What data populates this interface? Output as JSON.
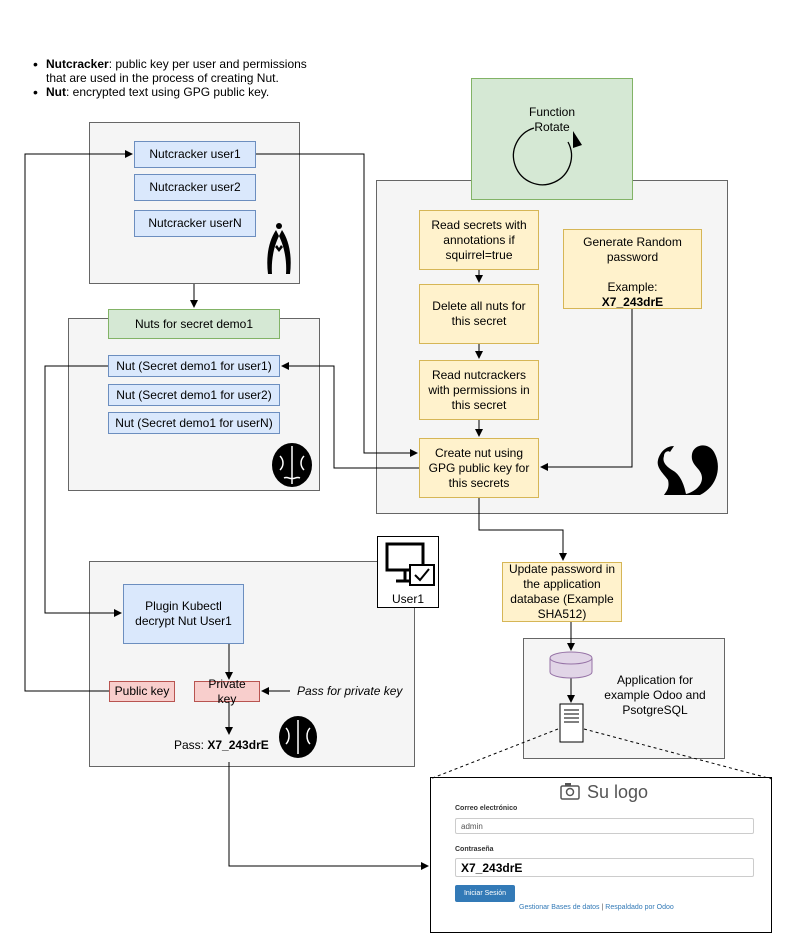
{
  "legend": {
    "items": [
      {
        "term": "Nutcracker",
        "text": ": public key per user and permissions",
        "cont": "that are used in the process of creating Nut."
      },
      {
        "term": "Nut",
        "text": ": encrypted text using GPG public key."
      }
    ]
  },
  "nutcrackers": [
    "Nutcracker user1",
    "Nutcracker user2",
    "Nutcracker userN"
  ],
  "nuts": {
    "header": "Nuts for secret demo1",
    "items": [
      "Nut (Secret demo1 for user1)",
      "Nut (Secret demo1 for user2)",
      "Nut (Secret demo1 for userN)"
    ]
  },
  "function_rotate": {
    "line1": "Function",
    "line2": "Rotate"
  },
  "rotate_steps": {
    "read_secrets": [
      "Read secrets with",
      "annotations if",
      "squirrel=true"
    ],
    "delete_nuts": [
      "Delete all nuts for",
      "this secret"
    ],
    "read_nutcrackers": [
      "Read nutcrackers",
      "with permissions in",
      "this secret"
    ],
    "create_nut": [
      "Create nut using",
      "GPG public key for",
      "this secrets"
    ]
  },
  "generate_password": {
    "lines": [
      "Generate Random",
      "password"
    ],
    "example_label": "Example:",
    "example_value": "X7_243drE"
  },
  "update_password": [
    "Update password in",
    "the application",
    "database (Example",
    "SHA512)"
  ],
  "application": [
    "Application for",
    "example Odoo and",
    "PsotgreSQL"
  ],
  "plugin": {
    "lines": [
      "Plugin Kubectl",
      "decrypt Nut User1"
    ],
    "public_key": "Public key",
    "private_key": "Private key",
    "pass_hint": "Pass for private key",
    "pass_label": "Pass: ",
    "pass_value": "X7_243drE"
  },
  "user": {
    "label": "User1"
  },
  "login": {
    "logo_text": "Su logo",
    "email_label": "Correo electrónico",
    "email_value": "admin",
    "password_label": "Contraseña",
    "password_value": "X7_243drE",
    "button": "Iniciar Sesión",
    "link_manage": "Gestionar Bases de datos",
    "separator": " | ",
    "link_powered": "Respaldado por Odoo"
  },
  "icons": [
    "nutcracker-icon",
    "brain-icon",
    "squirrel-icon",
    "computer-check-icon",
    "database-icon",
    "server-icon",
    "rotate-arrow-icon",
    "camera-icon"
  ]
}
